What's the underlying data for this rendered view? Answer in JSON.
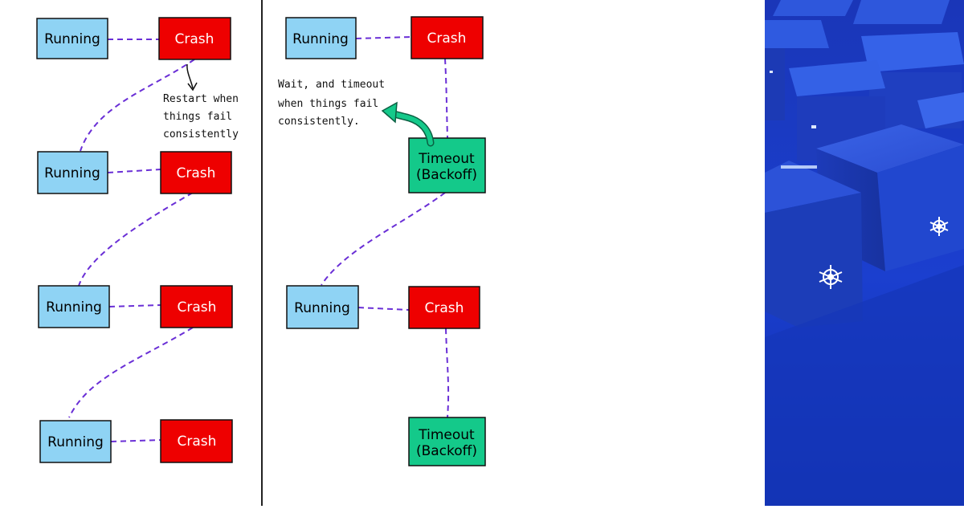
{
  "labels": {
    "running": "Running",
    "crash": "Crash",
    "timeout_line1": "Timeout",
    "timeout_line2": "(Backoff)"
  },
  "annotations": {
    "restart": [
      "Restart when",
      "things fail",
      "consistently"
    ],
    "wait": [
      "Wait, and timeout",
      "when things fail",
      "consistently."
    ]
  },
  "colors": {
    "running": "#8fd3f4",
    "crash": "#ee0000",
    "timeout": "#14c98a",
    "connector": "#6a2fd6",
    "arrow": "#0f7a55",
    "divider": "#222222"
  },
  "photo": {
    "description_icon": "kubernetes-wheel-icon"
  }
}
